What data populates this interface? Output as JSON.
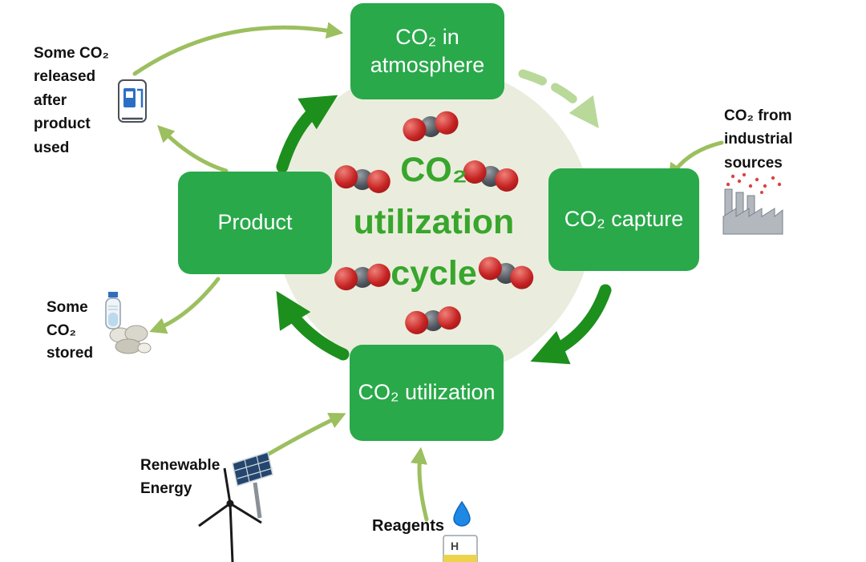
{
  "center": {
    "title": "CO₂\nutilization\ncycle"
  },
  "boxes": {
    "atmosphere": {
      "label": "CO₂ in atmosphere"
    },
    "capture": {
      "label": "CO₂ capture"
    },
    "utilization": {
      "label": "CO₂ utilization"
    },
    "product": {
      "label": "Product"
    }
  },
  "annotations": {
    "released": {
      "label": "Some CO₂\nreleased\nafter\nproduct\nused",
      "icon": "fuel-pump-icon"
    },
    "industrial": {
      "label": "CO₂ from\nindustrial\nsources",
      "icon": "factory-icon"
    },
    "stored": {
      "label": "Some\nCO₂\nstored",
      "icons": [
        "water-bottle-icon",
        "stones-icon"
      ]
    },
    "renewable": {
      "label": "Renewable\nEnergy",
      "icons": [
        "solar-panel-icon",
        "wind-turbine-icon"
      ]
    },
    "reagents": {
      "label": "Reagents",
      "icons": [
        "water-drop-icon",
        "reagent-bottle-icon"
      ]
    }
  },
  "icons": {
    "flask_label": "H"
  },
  "flows": [
    {
      "from": "Product",
      "to": "CO₂ in atmosphere",
      "style": "thick-dark"
    },
    {
      "from": "CO₂ in atmosphere",
      "to": "CO₂ capture",
      "style": "dashed-pale"
    },
    {
      "from": "CO₂ capture",
      "to": "CO₂ utilization",
      "style": "thick-dark"
    },
    {
      "from": "CO₂ utilization",
      "to": "Product",
      "style": "thick-dark"
    },
    {
      "from": "CO₂ from industrial sources",
      "to": "CO₂ capture",
      "style": "thin-olive"
    },
    {
      "from": "Product",
      "to": "Some CO₂ released after product used",
      "style": "thin-olive"
    },
    {
      "from": "Some CO₂ released after product used",
      "to": "CO₂ in atmosphere",
      "style": "thin-olive"
    },
    {
      "from": "Product",
      "to": "Some CO₂ stored",
      "style": "thin-olive"
    },
    {
      "from": "Renewable Energy",
      "to": "CO₂ utilization",
      "style": "thin-olive"
    },
    {
      "from": "Reagents",
      "to": "CO₂ utilization",
      "style": "thin-olive"
    }
  ],
  "colors": {
    "box_green": "#29a94a",
    "circle_background": "#eaeddd",
    "title_green": "#38a62c",
    "arrow_dark_green": "#1d8f1d",
    "arrow_olive": "#9cbf5f",
    "arrow_pale_dashed": "#b8d99a",
    "molecule_red": "#c62323",
    "molecule_gray": "#50545c"
  }
}
